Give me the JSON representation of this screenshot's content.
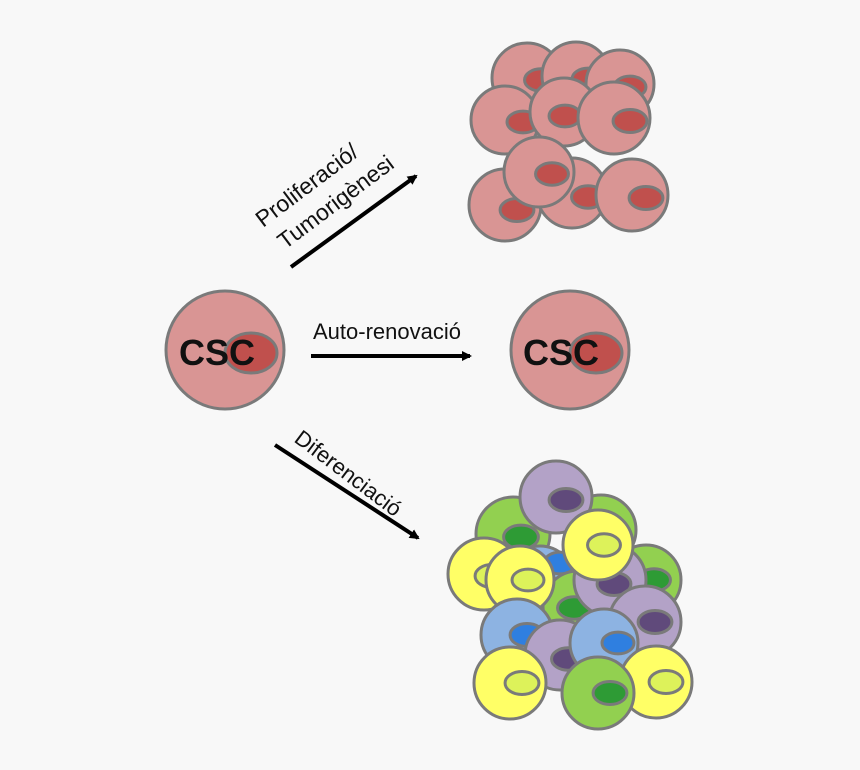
{
  "labels": {
    "proliferation_line1": "Proliferació/",
    "proliferation_line2": "Tumorigènesi",
    "self_renewal": "Auto-renovació",
    "differentiation": "Diferenciació",
    "csc_source": "CSC",
    "csc_result": "CSC"
  },
  "colors": {
    "background": "#f8f8f8",
    "outline": "#7a7a7a",
    "tumor_cell": "#d99594",
    "tumor_nucleus": "#c0504d",
    "arrow": "#000000",
    "yellow_cell": "#ffff66",
    "yellow_nucleus": "#ddf25a",
    "green_cell": "#92d050",
    "green_nucleus": "#2e9b35",
    "blue_cell": "#8db3e2",
    "blue_nucleus": "#2f7fe0",
    "purple_cell": "#b3a2c7",
    "purple_nucleus": "#604a7b"
  }
}
